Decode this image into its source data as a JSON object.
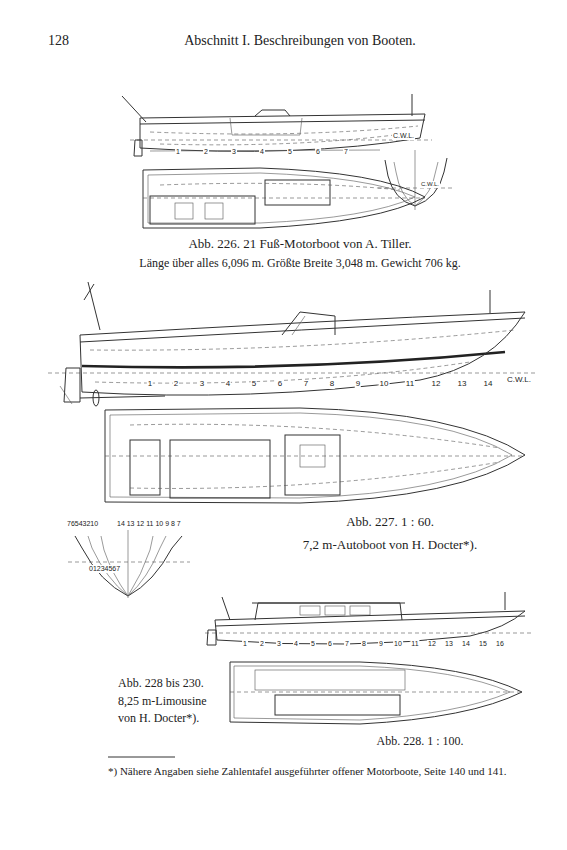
{
  "diagram": {
    "title": "Abschnitt I. Beschreibungen von Booten.",
    "labels": [
      "128",
      "Abb. 226. 21 Fuß-Motorboot von A. Tiller.",
      "Länge über alles 6,096 m. Größte Breite 3,048 m. Gewicht 706 kg.",
      "C.W.L.",
      "C.W.L.",
      "1",
      "2",
      "3",
      "4",
      "5",
      "6",
      "7",
      "C.W.L.",
      "1",
      "2",
      "3",
      "4",
      "5",
      "6",
      "7",
      "8",
      "9",
      "10",
      "11",
      "12",
      "13",
      "14",
      "76543210",
      "14 13 12 11 10 9 8 7",
      "01234567",
      "Abb. 227. 1 : 60.",
      "7,2 m-Autoboot von H. Docter*).",
      "1",
      "2",
      "3",
      "4",
      "5",
      "6",
      "7",
      "8",
      "9",
      "10",
      "11",
      "12",
      "13",
      "14",
      "15",
      "16",
      "Abb. 228 bis 230.",
      "8,25 m-Limousine",
      "von H. Docter*).",
      "Abb. 228. 1 : 100.",
      "*) Nähere Angaben siehe Zahlentafel ausgeführter offener Motorboote, Seite 140 und 141."
    ]
  }
}
